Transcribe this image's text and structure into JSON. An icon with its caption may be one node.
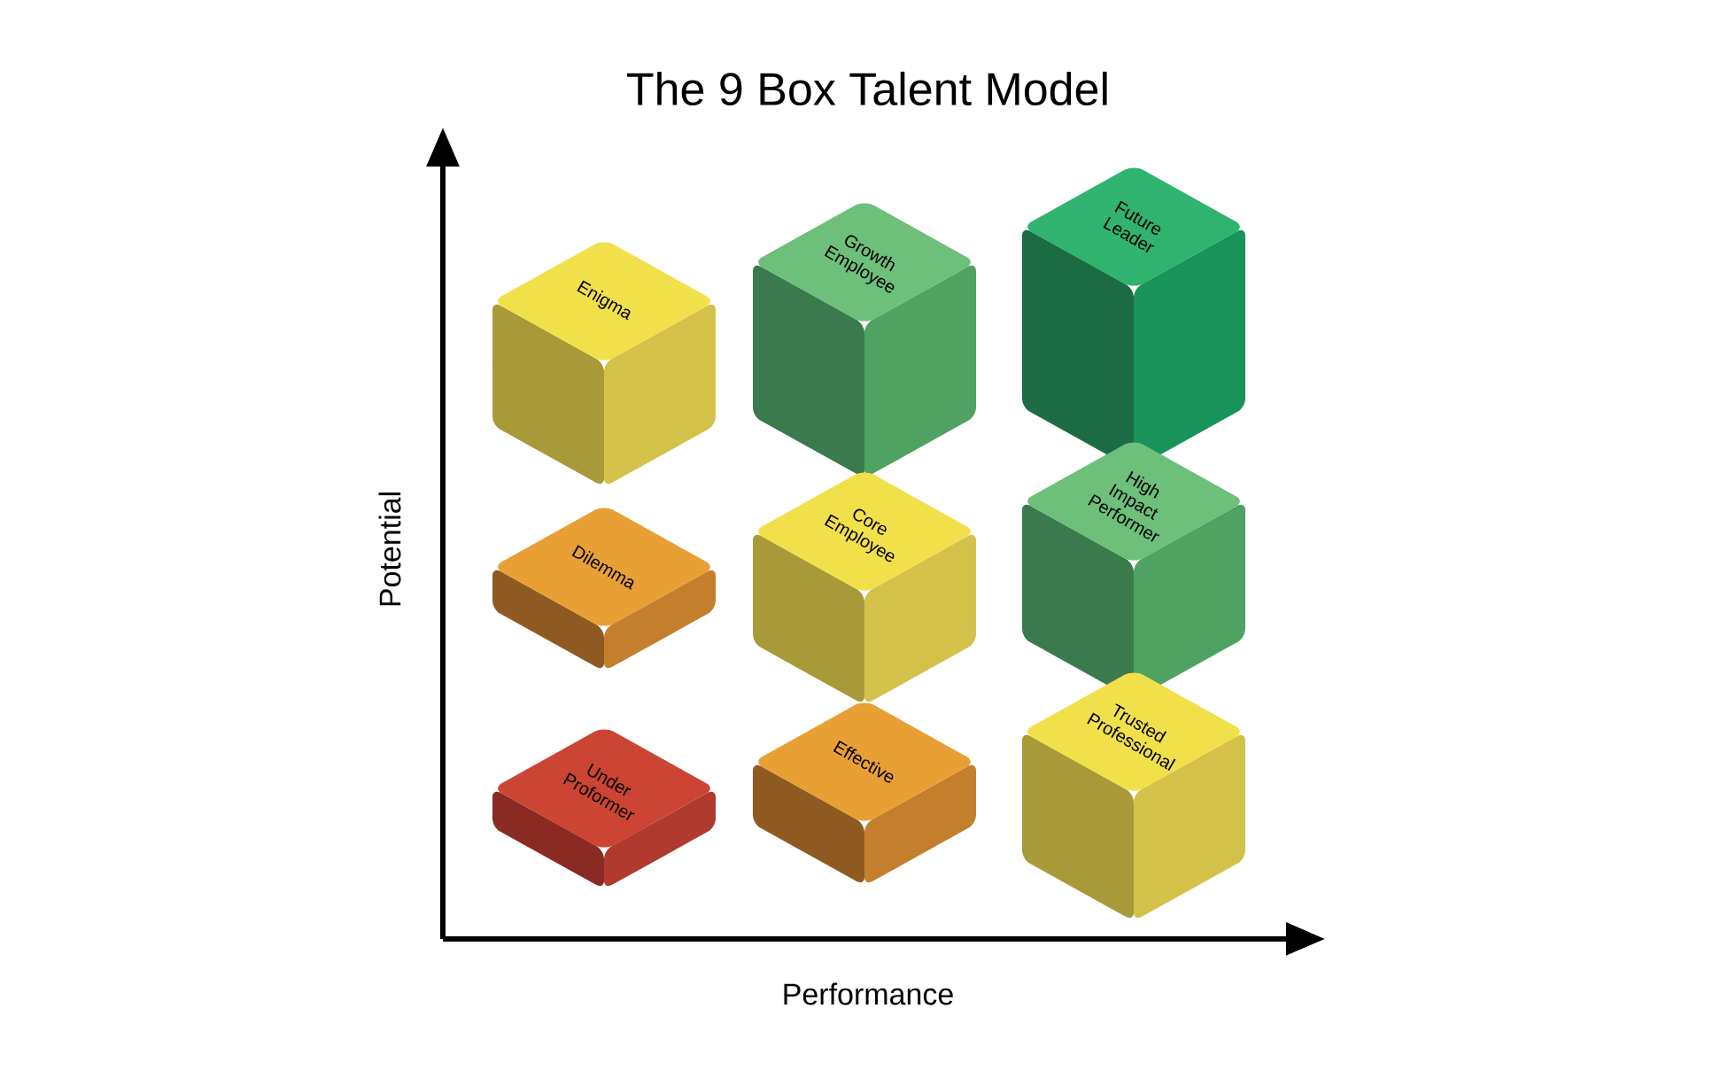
{
  "diagram": {
    "title": "The 9 Box Talent Model",
    "nodes": [
      {
        "text": [
          "Enigma"
        ]
      },
      {
        "text": [
          "Growth Employee"
        ]
      },
      {
        "text": [
          "Future Leader"
        ]
      },
      {
        "text": [
          "Dilemma"
        ]
      },
      {
        "text": [
          "Core Employee"
        ]
      },
      {
        "text": [
          "High Impact Performer"
        ]
      },
      {
        "text": [
          "Under Proformer"
        ]
      },
      {
        "text": [
          "Effective"
        ]
      },
      {
        "text": [
          "Trusted Professional"
        ]
      }
    ],
    "labels": [
      "Potential",
      "Performance"
    ]
  }
}
